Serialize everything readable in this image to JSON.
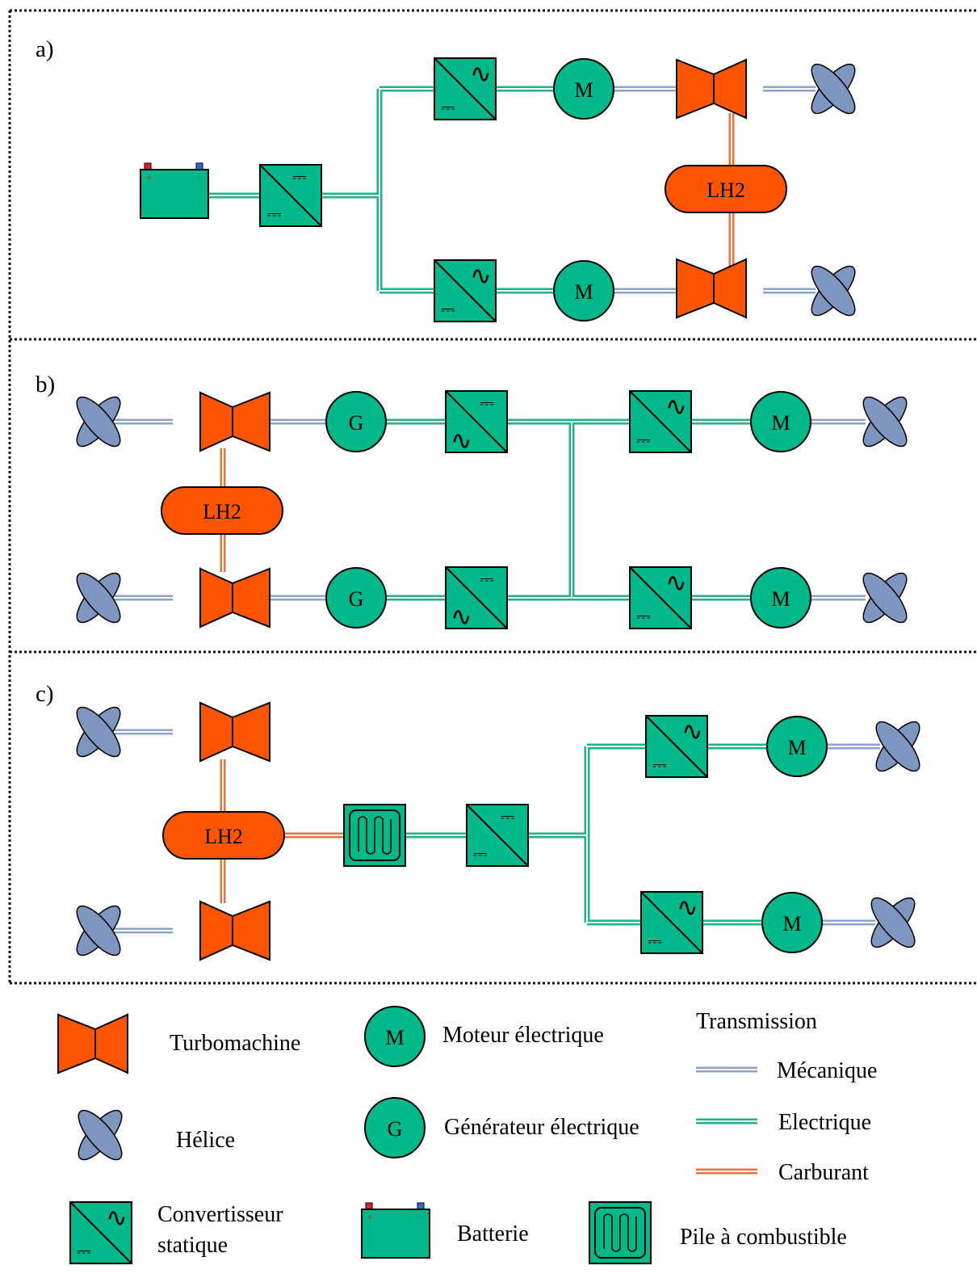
{
  "panels": {
    "a": {
      "label": "a)"
    },
    "b": {
      "label": "b)"
    },
    "c": {
      "label": "c)"
    }
  },
  "components": {
    "motor_symbol": "M",
    "generator_symbol": "G",
    "tank_label": "LH2",
    "dc_symbol": "⎓",
    "ac_symbol": "∿"
  },
  "legend": {
    "turbomachine": "Turbomachine",
    "propeller": "Hélice",
    "converter_line1": "Convertisseur",
    "converter_line2": "statique",
    "motor": "Moteur électrique",
    "generator": "Générateur électrique",
    "battery": "Batterie",
    "fuel_cell": "Pile à combustible",
    "transmission_title": "Transmission",
    "mechanical": "Mécanique",
    "electrical": "Electrique",
    "fuel": "Carburant"
  },
  "colors": {
    "orange": "#FF5500",
    "green": "#00B88A",
    "dark_green": "#0A5B43",
    "blue_gray": "#7F97C0",
    "mech_line": "#8FA3C8",
    "elec_line": "#1FB38A",
    "fuel_line": "#E8713E",
    "battery_plus": "#E02020",
    "battery_minus": "#2A6FCF"
  }
}
